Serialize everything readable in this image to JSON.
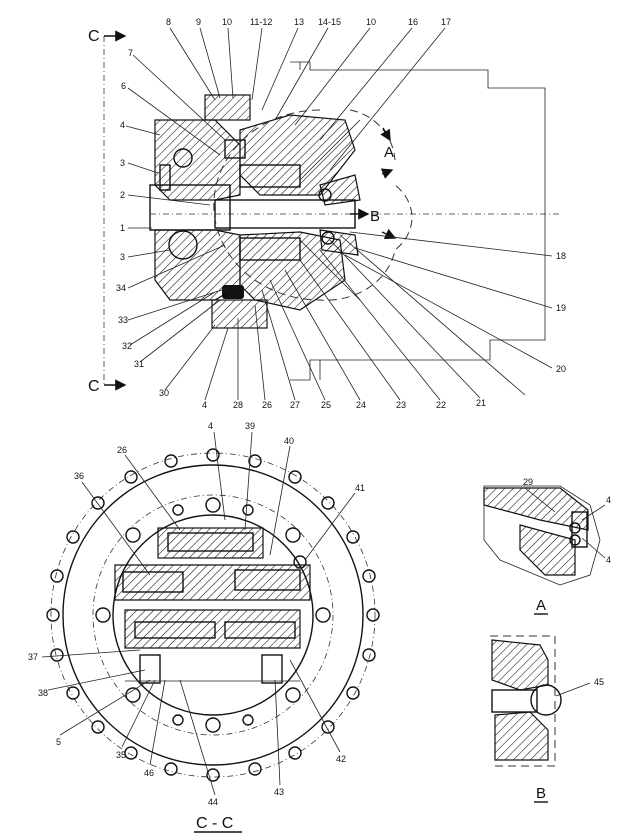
{
  "top_callouts": [
    "8",
    "9",
    "10",
    "11-12",
    "13",
    "14-15",
    "10",
    "16",
    "17"
  ],
  "left_callouts": [
    "7",
    "6",
    "4",
    "3",
    "2",
    "1",
    "3",
    "34",
    "33",
    "32",
    "31"
  ],
  "bottom_callouts": [
    "30",
    "4",
    "28",
    "26",
    "27",
    "25",
    "24",
    "23",
    "22",
    "21"
  ],
  "right_callouts": [
    "18",
    "19",
    "20"
  ],
  "section_marker_top": "C",
  "section_marker_bottom": "C",
  "detail_A_marker": "A",
  "detail_B_marker": "B",
  "cross_section_callouts": [
    "4",
    "39",
    "40",
    "26",
    "36",
    "41",
    "37",
    "38",
    "5",
    "35",
    "46",
    "44",
    "43",
    "42"
  ],
  "detail_A_callouts": [
    "29",
    "4",
    "4"
  ],
  "detail_B_callouts": [
    "45"
  ],
  "caption_section": "C - C",
  "caption_A": "A",
  "caption_B": "B"
}
